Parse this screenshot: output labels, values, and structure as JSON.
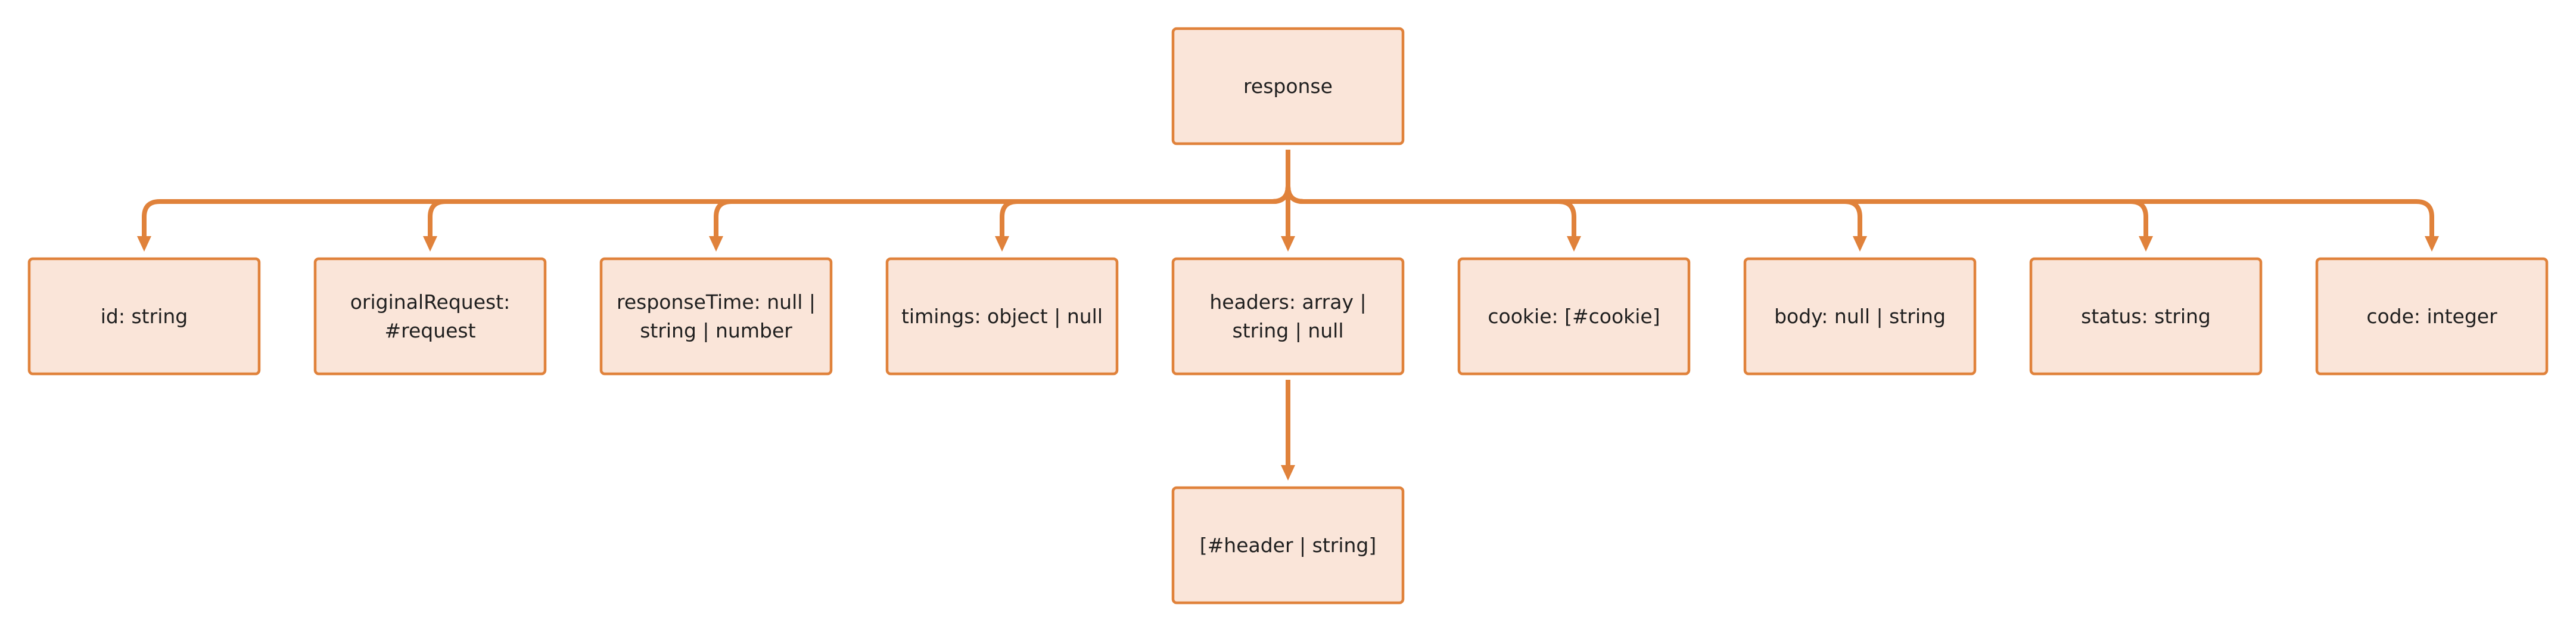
{
  "diagram": {
    "colors": {
      "node_fill": "#fae5d9",
      "node_border": "#e0823b",
      "edge": "#e0823b",
      "text": "#1f1f1f"
    },
    "nodes": {
      "response": {
        "lines": [
          "response"
        ]
      },
      "id": {
        "lines": [
          "id: string"
        ]
      },
      "originalRequest": {
        "lines": [
          "originalRequest:",
          "#request"
        ]
      },
      "responseTime": {
        "lines": [
          "responseTime: null |",
          "string | number"
        ]
      },
      "timings": {
        "lines": [
          "timings: object | null"
        ]
      },
      "headers": {
        "lines": [
          "headers: array |",
          "string | null"
        ]
      },
      "cookie": {
        "lines": [
          "cookie: [#cookie]"
        ]
      },
      "body": {
        "lines": [
          "body: null | string"
        ]
      },
      "status": {
        "lines": [
          "status: string"
        ]
      },
      "code": {
        "lines": [
          "code: integer"
        ]
      },
      "headerItem": {
        "lines": [
          "[#header | string]"
        ]
      }
    },
    "edges": [
      {
        "from": "response",
        "to": "id"
      },
      {
        "from": "response",
        "to": "originalRequest"
      },
      {
        "from": "response",
        "to": "responseTime"
      },
      {
        "from": "response",
        "to": "timings"
      },
      {
        "from": "response",
        "to": "headers"
      },
      {
        "from": "response",
        "to": "cookie"
      },
      {
        "from": "response",
        "to": "body"
      },
      {
        "from": "response",
        "to": "status"
      },
      {
        "from": "response",
        "to": "code"
      },
      {
        "from": "headers",
        "to": "headerItem"
      }
    ]
  }
}
